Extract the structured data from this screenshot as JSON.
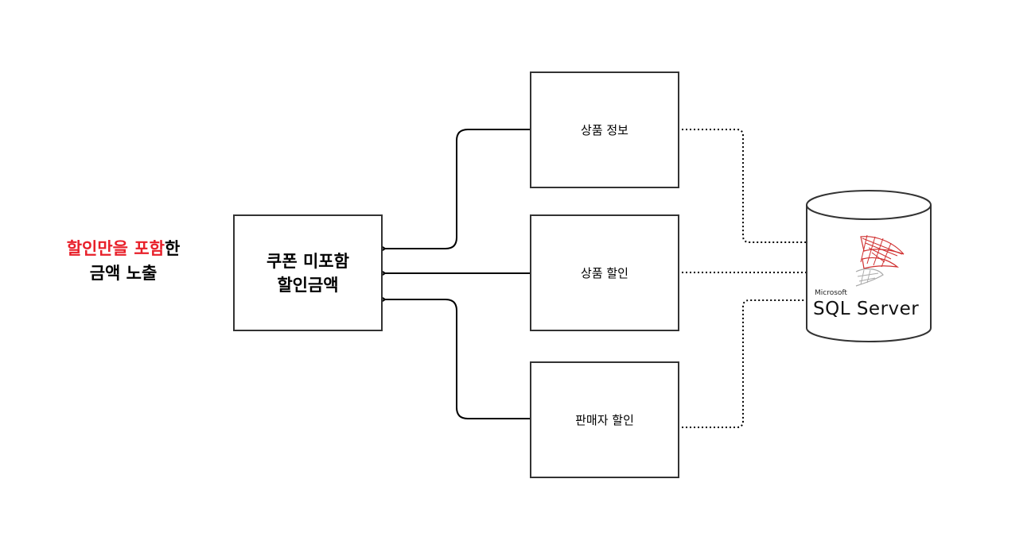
{
  "caption": {
    "highlight_1": "할인만을",
    "highlight_2": "포함",
    "suffix": "한",
    "line2": "금액 노출",
    "highlight_color": "#e8202a"
  },
  "target": {
    "line1": "쿠폰 미포함",
    "line2": "할인금액"
  },
  "sources": [
    {
      "label": "상품 정보"
    },
    {
      "label": "상품 할인"
    },
    {
      "label": "판매자 할인"
    }
  ],
  "database": {
    "brand": "Microsoft",
    "name": "SQL Server",
    "icon": "sql-server-logo-icon"
  }
}
